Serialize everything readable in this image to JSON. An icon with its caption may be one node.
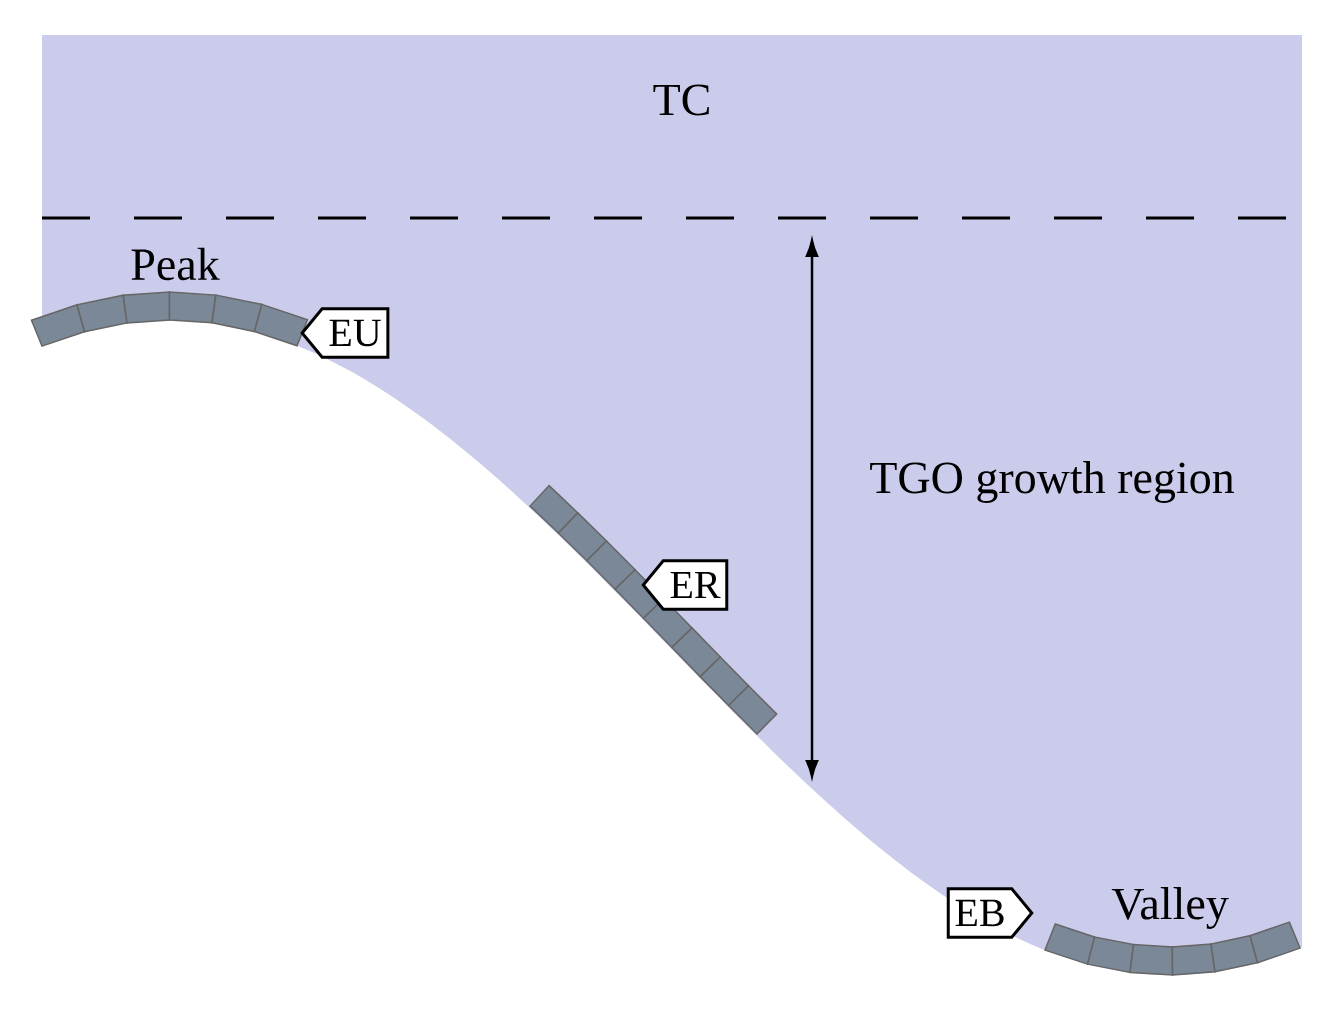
{
  "diagram": {
    "nodes": [
      {
        "text": [
          "EU"
        ]
      },
      {
        "text": [
          "ER"
        ]
      },
      {
        "text": [
          "EB"
        ]
      }
    ],
    "labels": [
      "TC",
      "Peak",
      "TGO growth region",
      "Valley"
    ]
  }
}
